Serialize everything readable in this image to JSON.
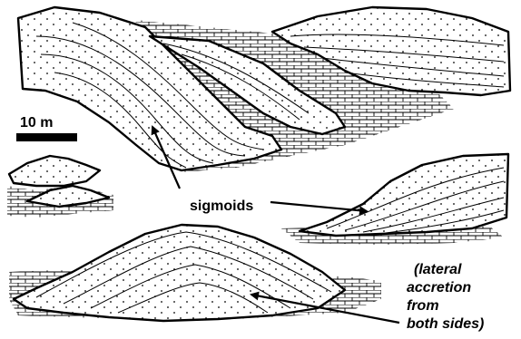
{
  "figure": {
    "scale_bar": {
      "label": "10 m"
    },
    "labels": {
      "sigmoids": "sigmoids",
      "lateral_line1": "(lateral",
      "lateral_line2": "accretion",
      "lateral_line3": "from",
      "lateral_line4": "both sides)"
    }
  }
}
